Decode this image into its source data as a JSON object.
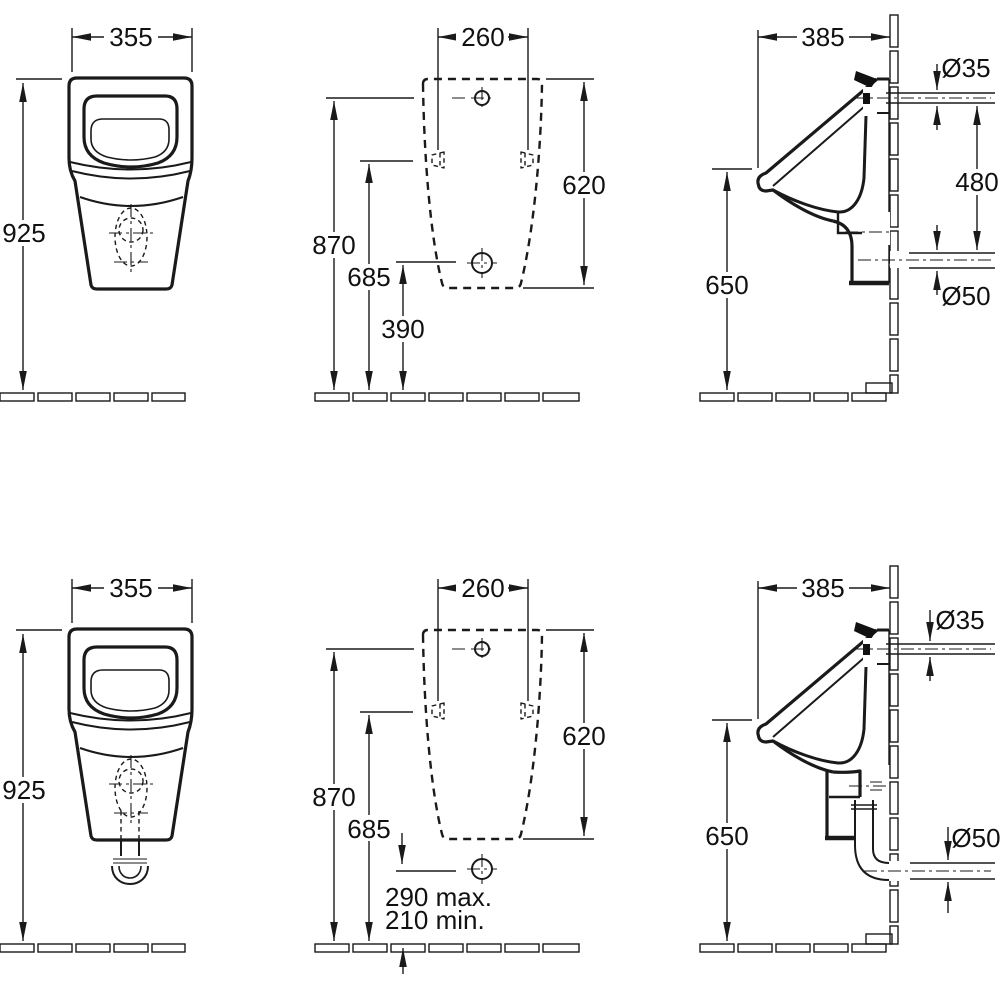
{
  "meta": {
    "background_color": "#ffffff",
    "line_color": "#1a1a1a",
    "text_color": "#111111",
    "drawing_type": "urinal installation dimension drawing, two variants (concealed outlet / exposed trap), each with front view, installation template and side section"
  },
  "views": {
    "top_front": {
      "width": "355",
      "height": "925"
    },
    "top_template": {
      "hole_spacing": "260",
      "inlet_height": "870",
      "fixing_height": "685",
      "outlet_height": "390",
      "template_height": "620"
    },
    "top_side": {
      "depth": "385",
      "inlet_diameter": "Ø35",
      "inlet_outlet_offset": "480",
      "outlet_diameter": "Ø50",
      "rim_height": "650"
    },
    "bottom_front": {
      "width": "355",
      "height": "925"
    },
    "bottom_template": {
      "hole_spacing": "260",
      "inlet_height": "870",
      "fixing_height": "685",
      "template_height": "620",
      "outlet_height_max": "290 max.",
      "outlet_height_min": "210 min."
    },
    "bottom_side": {
      "depth": "385",
      "inlet_diameter": "Ø35",
      "outlet_diameter": "Ø50",
      "rim_height": "650"
    }
  }
}
